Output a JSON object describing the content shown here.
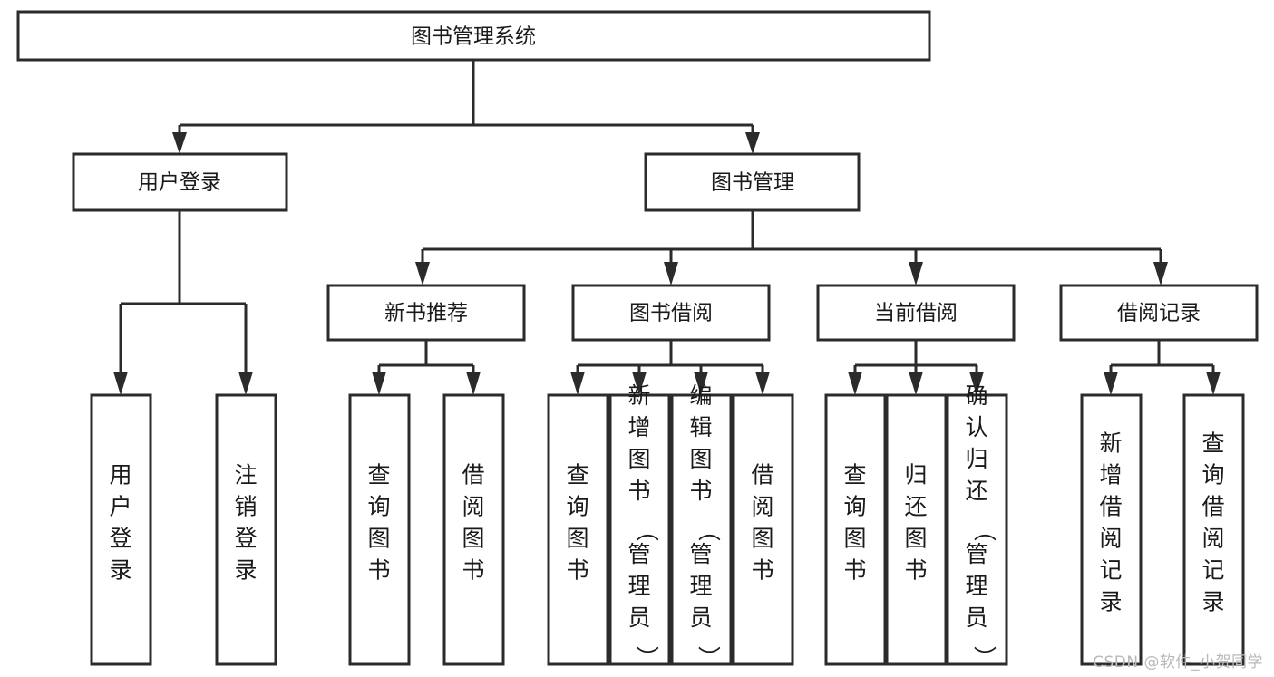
{
  "diagram": {
    "title": "图书管理系统",
    "type": "tree",
    "root": {
      "id": "root",
      "label": "图书管理系统"
    },
    "level2": [
      {
        "id": "user-login",
        "label": "用户登录"
      },
      {
        "id": "book-manage",
        "label": "图书管理"
      }
    ],
    "level3": [
      {
        "id": "new-book-recommend",
        "label": "新书推荐",
        "parent": "book-manage"
      },
      {
        "id": "book-borrow",
        "label": "图书借阅",
        "parent": "book-manage"
      },
      {
        "id": "current-borrow",
        "label": "当前借阅",
        "parent": "book-manage"
      },
      {
        "id": "borrow-record",
        "label": "借阅记录",
        "parent": "book-manage"
      }
    ],
    "leaves": [
      {
        "id": "leaf-user-login",
        "label": "用户登录",
        "parent": "user-login"
      },
      {
        "id": "leaf-logout-login",
        "label": "注销登录",
        "parent": "user-login"
      },
      {
        "id": "leaf-query-book-1",
        "label": "查询图书",
        "parent": "new-book-recommend"
      },
      {
        "id": "leaf-borrow-book-1",
        "label": "借阅图书",
        "parent": "new-book-recommend"
      },
      {
        "id": "leaf-query-book-2",
        "label": "查询图书",
        "parent": "book-borrow"
      },
      {
        "id": "leaf-add-book",
        "label": "新增图书（管理员）",
        "parent": "book-borrow"
      },
      {
        "id": "leaf-edit-book",
        "label": "编辑图书（管理员）",
        "parent": "book-borrow"
      },
      {
        "id": "leaf-borrow-book-2",
        "label": "借阅图书",
        "parent": "book-borrow"
      },
      {
        "id": "leaf-query-book-3",
        "label": "查询图书",
        "parent": "current-borrow"
      },
      {
        "id": "leaf-return-book",
        "label": "归还图书",
        "parent": "current-borrow"
      },
      {
        "id": "leaf-confirm-return",
        "label": "确认归还（管理员）",
        "parent": "current-borrow"
      },
      {
        "id": "leaf-add-record",
        "label": "新增借阅记录",
        "parent": "borrow-record"
      },
      {
        "id": "leaf-query-record",
        "label": "查询借阅记录",
        "parent": "borrow-record"
      }
    ],
    "colors": {
      "stroke": "#2b2b2b",
      "fill": "#ffffff",
      "text": "#1a1a1a",
      "watermark": "#b9b9b9",
      "background": "#ffffff"
    }
  },
  "watermark": {
    "text": "CSDN @软件_小贺同学"
  }
}
